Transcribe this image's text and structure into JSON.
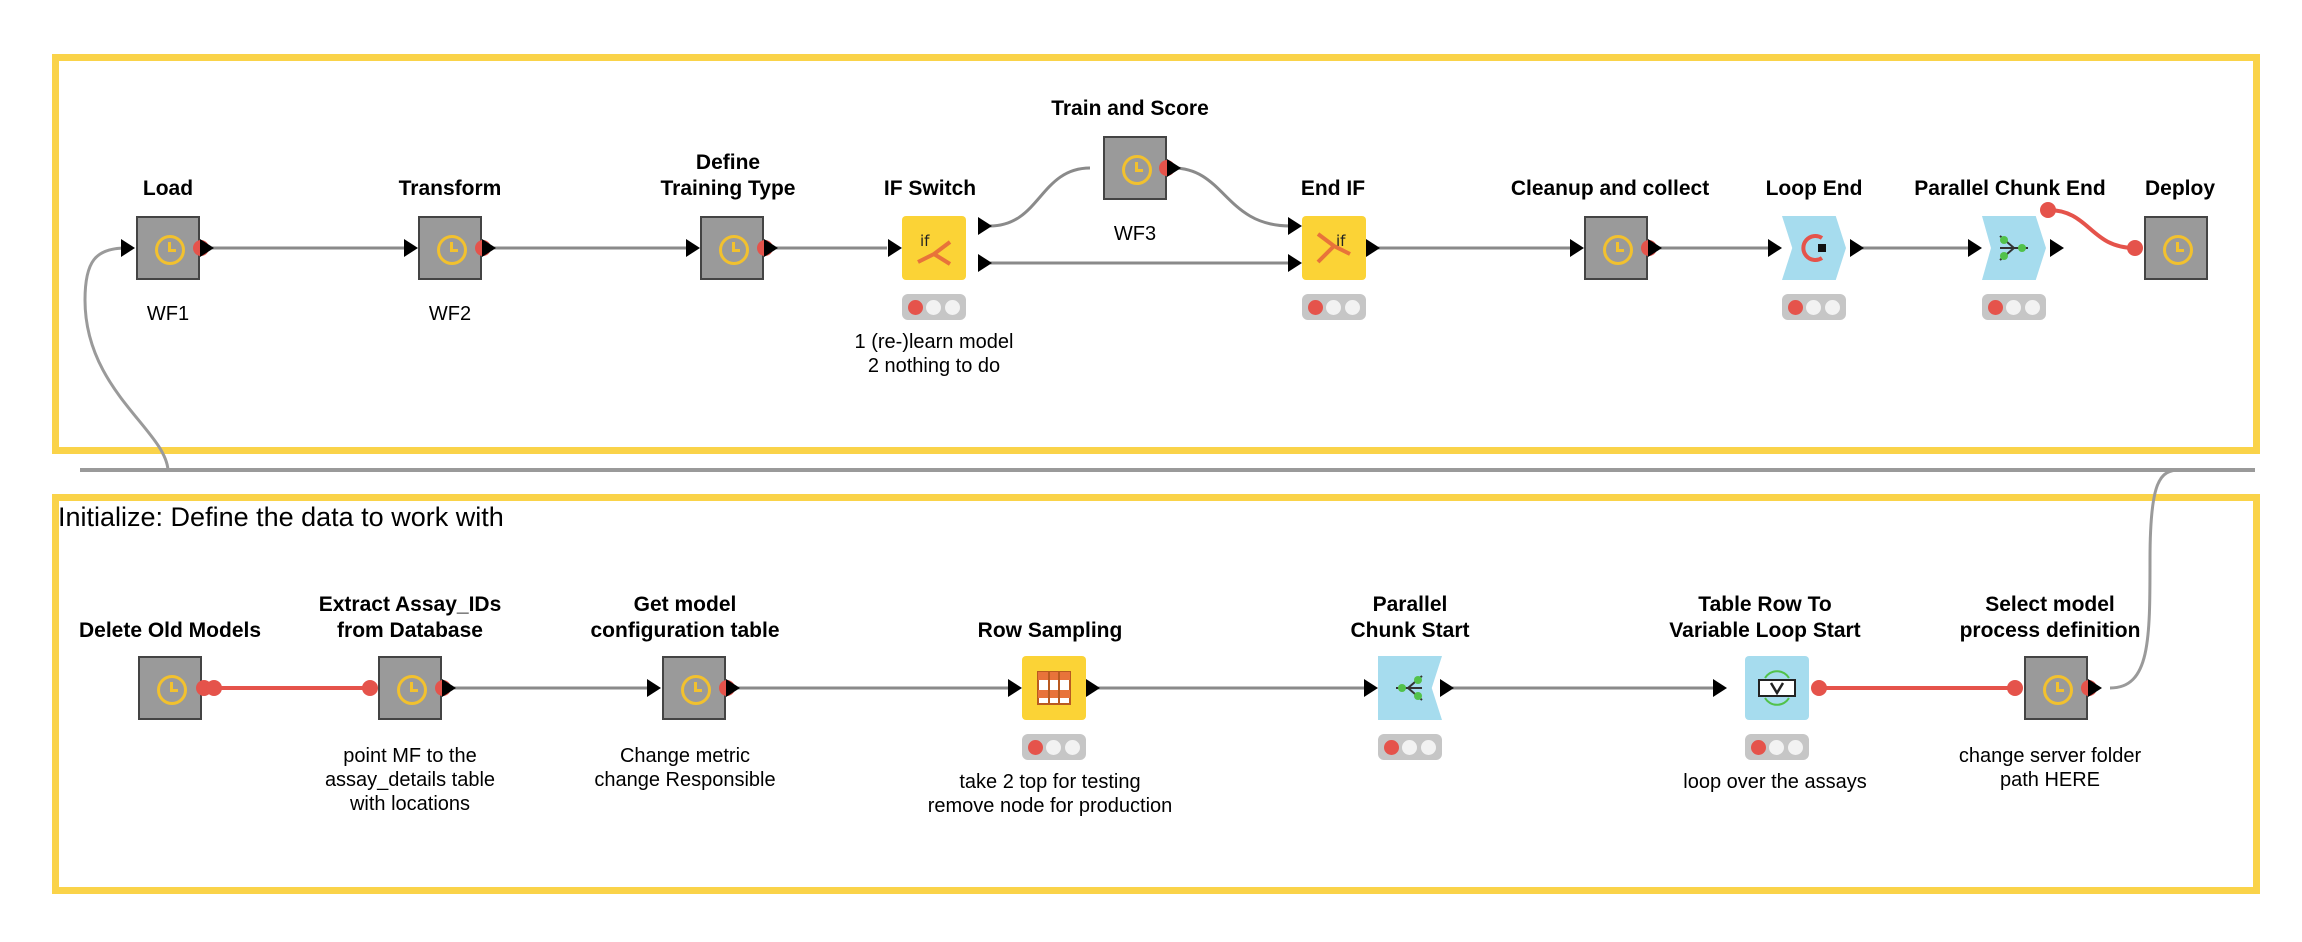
{
  "annotations": {
    "bottom_title": "Initialize: Define the data to work with"
  },
  "colors": {
    "annotation_border": "#fad349",
    "meta_node": "#9a9a9a",
    "manipulator_node": "#fbd336",
    "loop_node": "#a6dcee",
    "data_connection": "#8a8a8a",
    "flow_variable_connection": "#e5534b"
  },
  "nodes": {
    "load": {
      "label": "Load",
      "comment": "WF1",
      "icon": "clock-icon"
    },
    "transform": {
      "label": "Transform",
      "comment": "WF2",
      "icon": "clock-icon"
    },
    "define_training": {
      "label_line1": "Define",
      "label_line2": "Training Type",
      "icon": "clock-icon"
    },
    "if_switch": {
      "label": "IF Switch",
      "glyph": "if",
      "comment_line1": "1 (re-)learn model",
      "comment_line2": "2 nothing to do",
      "icon": "if-switch-icon"
    },
    "train_score": {
      "label": "Train and Score",
      "comment": "WF3",
      "icon": "clock-icon"
    },
    "end_if": {
      "label": "End IF",
      "glyph": "if",
      "icon": "end-if-icon"
    },
    "cleanup": {
      "label": "Cleanup and collect",
      "icon": "clock-icon"
    },
    "loop_end": {
      "label": "Loop End",
      "icon": "loop-end-icon"
    },
    "parallel_end": {
      "label": "Parallel Chunk End",
      "icon": "parallel-chunk-end-icon"
    },
    "deploy": {
      "label": "Deploy",
      "icon": "clock-icon"
    },
    "delete_old": {
      "label": "Delete Old Models",
      "icon": "clock-icon"
    },
    "extract_assay": {
      "label_line1": "Extract Assay_IDs",
      "label_line2": "from Database",
      "comment_line1": "point MF to the",
      "comment_line2": "assay_details table",
      "comment_line3": "with locations",
      "icon": "clock-icon"
    },
    "get_model": {
      "label_line1": "Get model",
      "label_line2": "configuration table",
      "comment_line1": "Change metric",
      "comment_line2": "change Responsible",
      "icon": "clock-icon"
    },
    "row_sampling": {
      "label": "Row Sampling",
      "comment_line1": "take 2 top for testing",
      "comment_line2": "remove node for production",
      "icon": "row-sampling-icon"
    },
    "parallel_start": {
      "label_line1": "Parallel",
      "label_line2": "Chunk Start",
      "icon": "parallel-chunk-start-icon"
    },
    "table_row_var": {
      "label_line1": "Table Row To",
      "label_line2": "Variable Loop Start",
      "comment": "loop over the assays",
      "icon": "table-row-to-variable-icon"
    },
    "select_model": {
      "label_line1": "Select model",
      "label_line2": "process definition",
      "comment_line1": "change server folder",
      "comment_line2": "path HERE",
      "icon": "clock-icon"
    }
  }
}
